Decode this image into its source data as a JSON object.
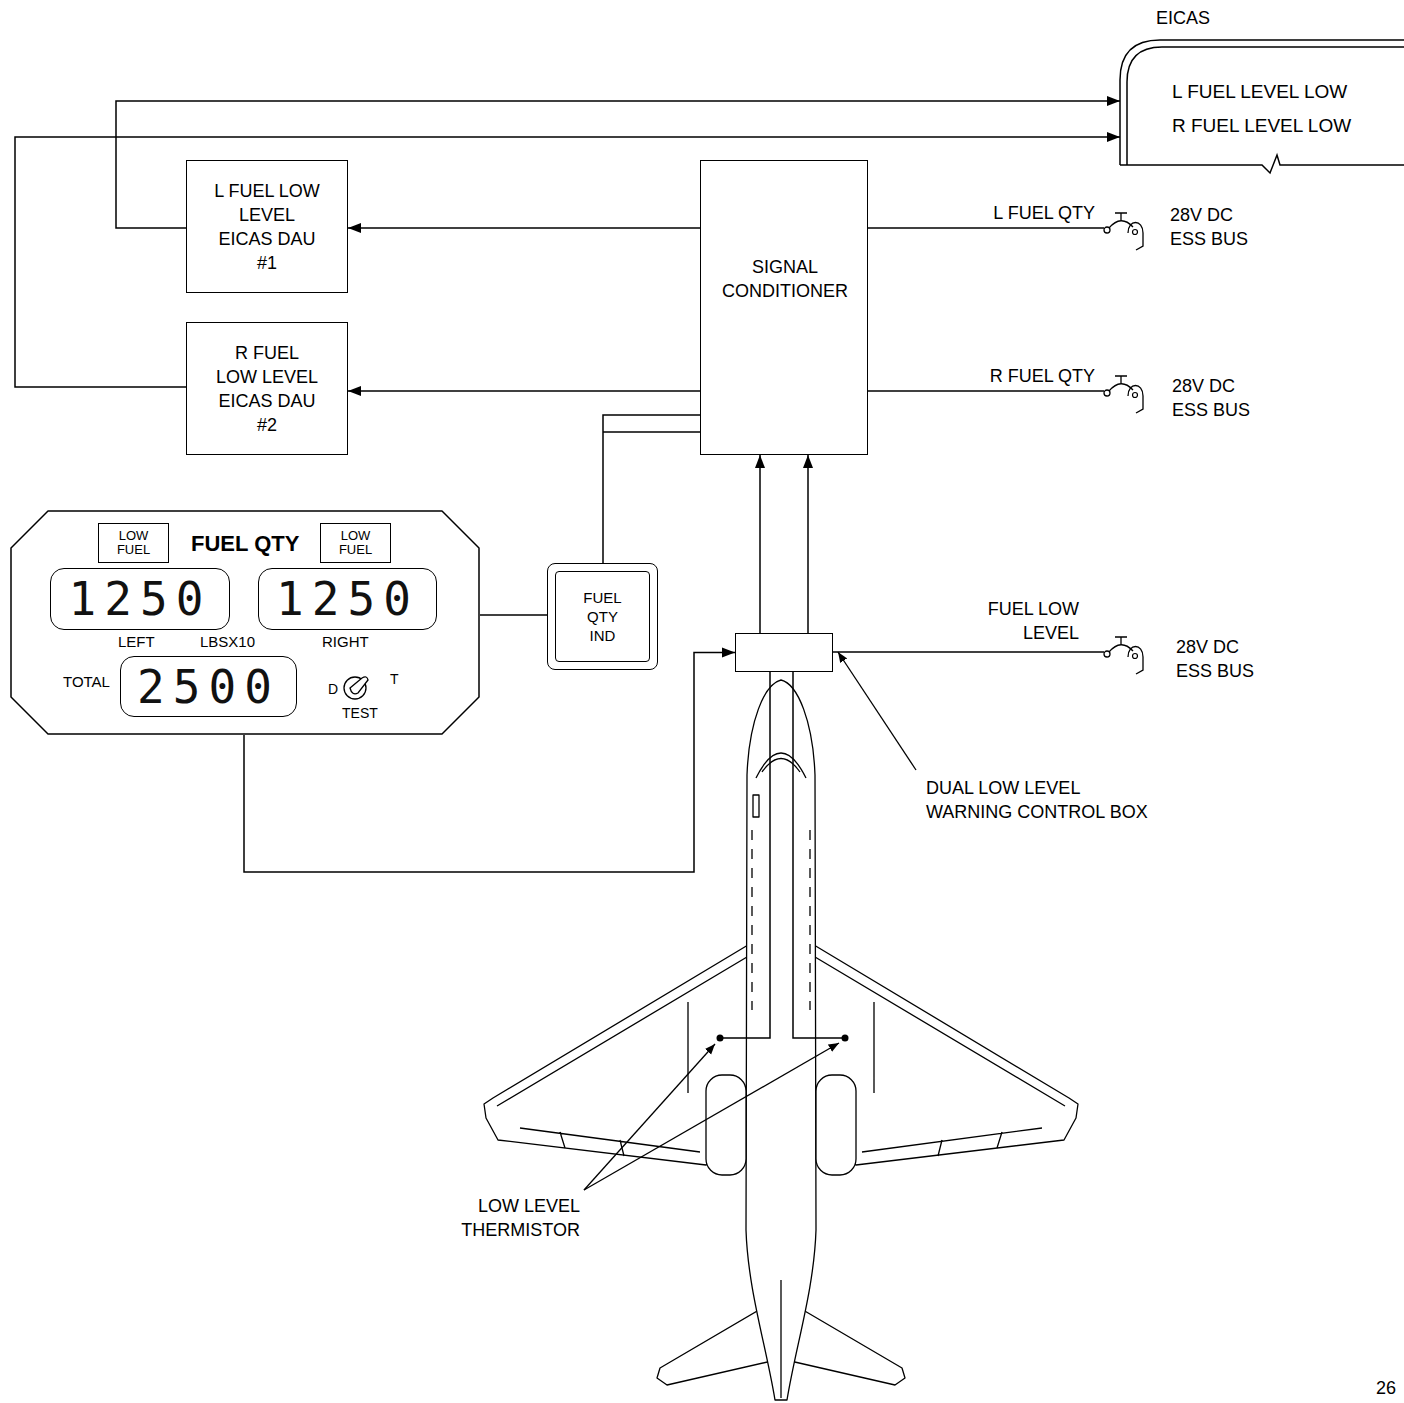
{
  "diagram": {
    "nodes": [
      {
        "text": [
          "EICAS",
          "L FUEL LEVEL LOW",
          "R FUEL LEVEL LOW"
        ]
      },
      {
        "text": [
          "L FUEL LOW LEVEL EICAS DAU #1"
        ]
      },
      {
        "text": [
          "SIGNAL CONDITIONER"
        ]
      },
      {
        "text": [
          "R FUEL LOW LEVEL EICAS DAU #2"
        ]
      },
      {
        "text": [
          "FUEL QTY",
          "LEFT",
          "LBSX10",
          "RIGHT",
          "TOTAL",
          "D",
          "T",
          "TEST"
        ]
      },
      {
        "text": [
          "LOW FUEL"
        ],
        "in": 4
      },
      {
        "text": [
          "LOW FUEL"
        ],
        "in": 4
      },
      {
        "text": [
          "1250"
        ],
        "in": 4
      },
      {
        "text": [
          "1250"
        ],
        "in": 4
      },
      {
        "text": [
          "2500"
        ],
        "in": 4
      },
      {
        "text": [
          "FUEL QTY IND"
        ]
      },
      {
        "text": [
          "DUAL LOW LEVEL WARNING CONTROL BOX"
        ]
      }
    ],
    "edges": [
      {
        "from": 1,
        "to": 0,
        "arrow": "to"
      },
      {
        "from": 3,
        "to": 0,
        "arrow": "to"
      },
      {
        "from": 2,
        "to": 1,
        "arrow": "to"
      },
      {
        "from": 2,
        "to": 3,
        "arrow": "to"
      },
      {
        "from": 10,
        "to": 2,
        "arrow": "none"
      },
      {
        "from": 4,
        "to": 10,
        "arrow": "none"
      },
      {
        "from": 4,
        "to": 11,
        "arrow": "to"
      },
      {
        "from": 11,
        "to": 2,
        "arrow": "to"
      },
      {
        "from": 11,
        "to": 2,
        "arrow": "to"
      }
    ],
    "labels": [
      "L FUEL QTY",
      "28V DC",
      "ESS BUS",
      "R FUEL QTY",
      "28V DC",
      "ESS BUS",
      "FUEL LOW LEVEL",
      "28V DC",
      "ESS BUS",
      "LOW LEVEL THERMISTOR",
      "26"
    ]
  }
}
